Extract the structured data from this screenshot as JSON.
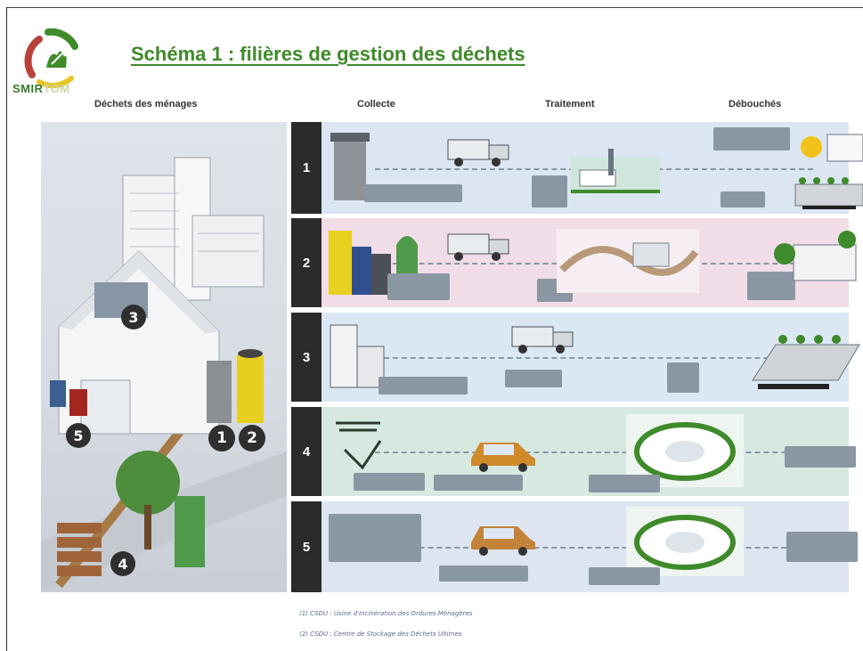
{
  "title": "Schéma 1 : filières de gestion des déchets",
  "logo": {
    "text_strong": "SMIR",
    "text_faded": "TOM"
  },
  "columns": {
    "menages": "Déchets des ménages",
    "collecte": "Collecte",
    "traitement": "Traitement",
    "debouches": "Débouchés"
  },
  "house_markers": [
    "1",
    "2",
    "3",
    "4",
    "5"
  ],
  "rows": [
    {
      "number": "1",
      "color": "#dbe6f2"
    },
    {
      "number": "2",
      "color": "#f1dde7"
    },
    {
      "number": "3",
      "color": "#dbe8f4"
    },
    {
      "number": "4",
      "color": "#d5e9e1"
    },
    {
      "number": "5",
      "color": "#dde6f0"
    }
  ],
  "legend": [
    "(1) CSDU : Usine d'Incinération des Ordures Ménagères",
    "(2) CSDU : Centre de Stockage des Déchets Ultimes"
  ],
  "colors": {
    "title": "#3f8a2a",
    "row_number_bg": "#2b2b2b",
    "tag_bg": "#8b96a3"
  }
}
